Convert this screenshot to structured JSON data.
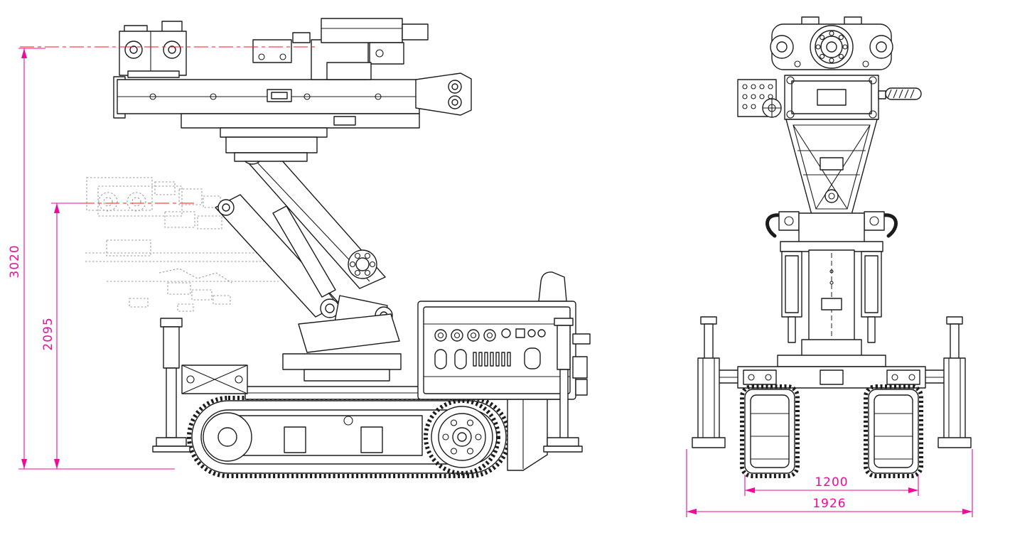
{
  "colors": {
    "background": "#ffffff",
    "line": "#1c1c1c",
    "ghost": "#9b9b9b",
    "centerline": "#ff1515",
    "dimension": "#ef0a9b"
  },
  "dimensions": {
    "overall_height": "3020",
    "arm_pivot_height": "2095",
    "track_span": "1200",
    "outrigger_span": "1926"
  }
}
